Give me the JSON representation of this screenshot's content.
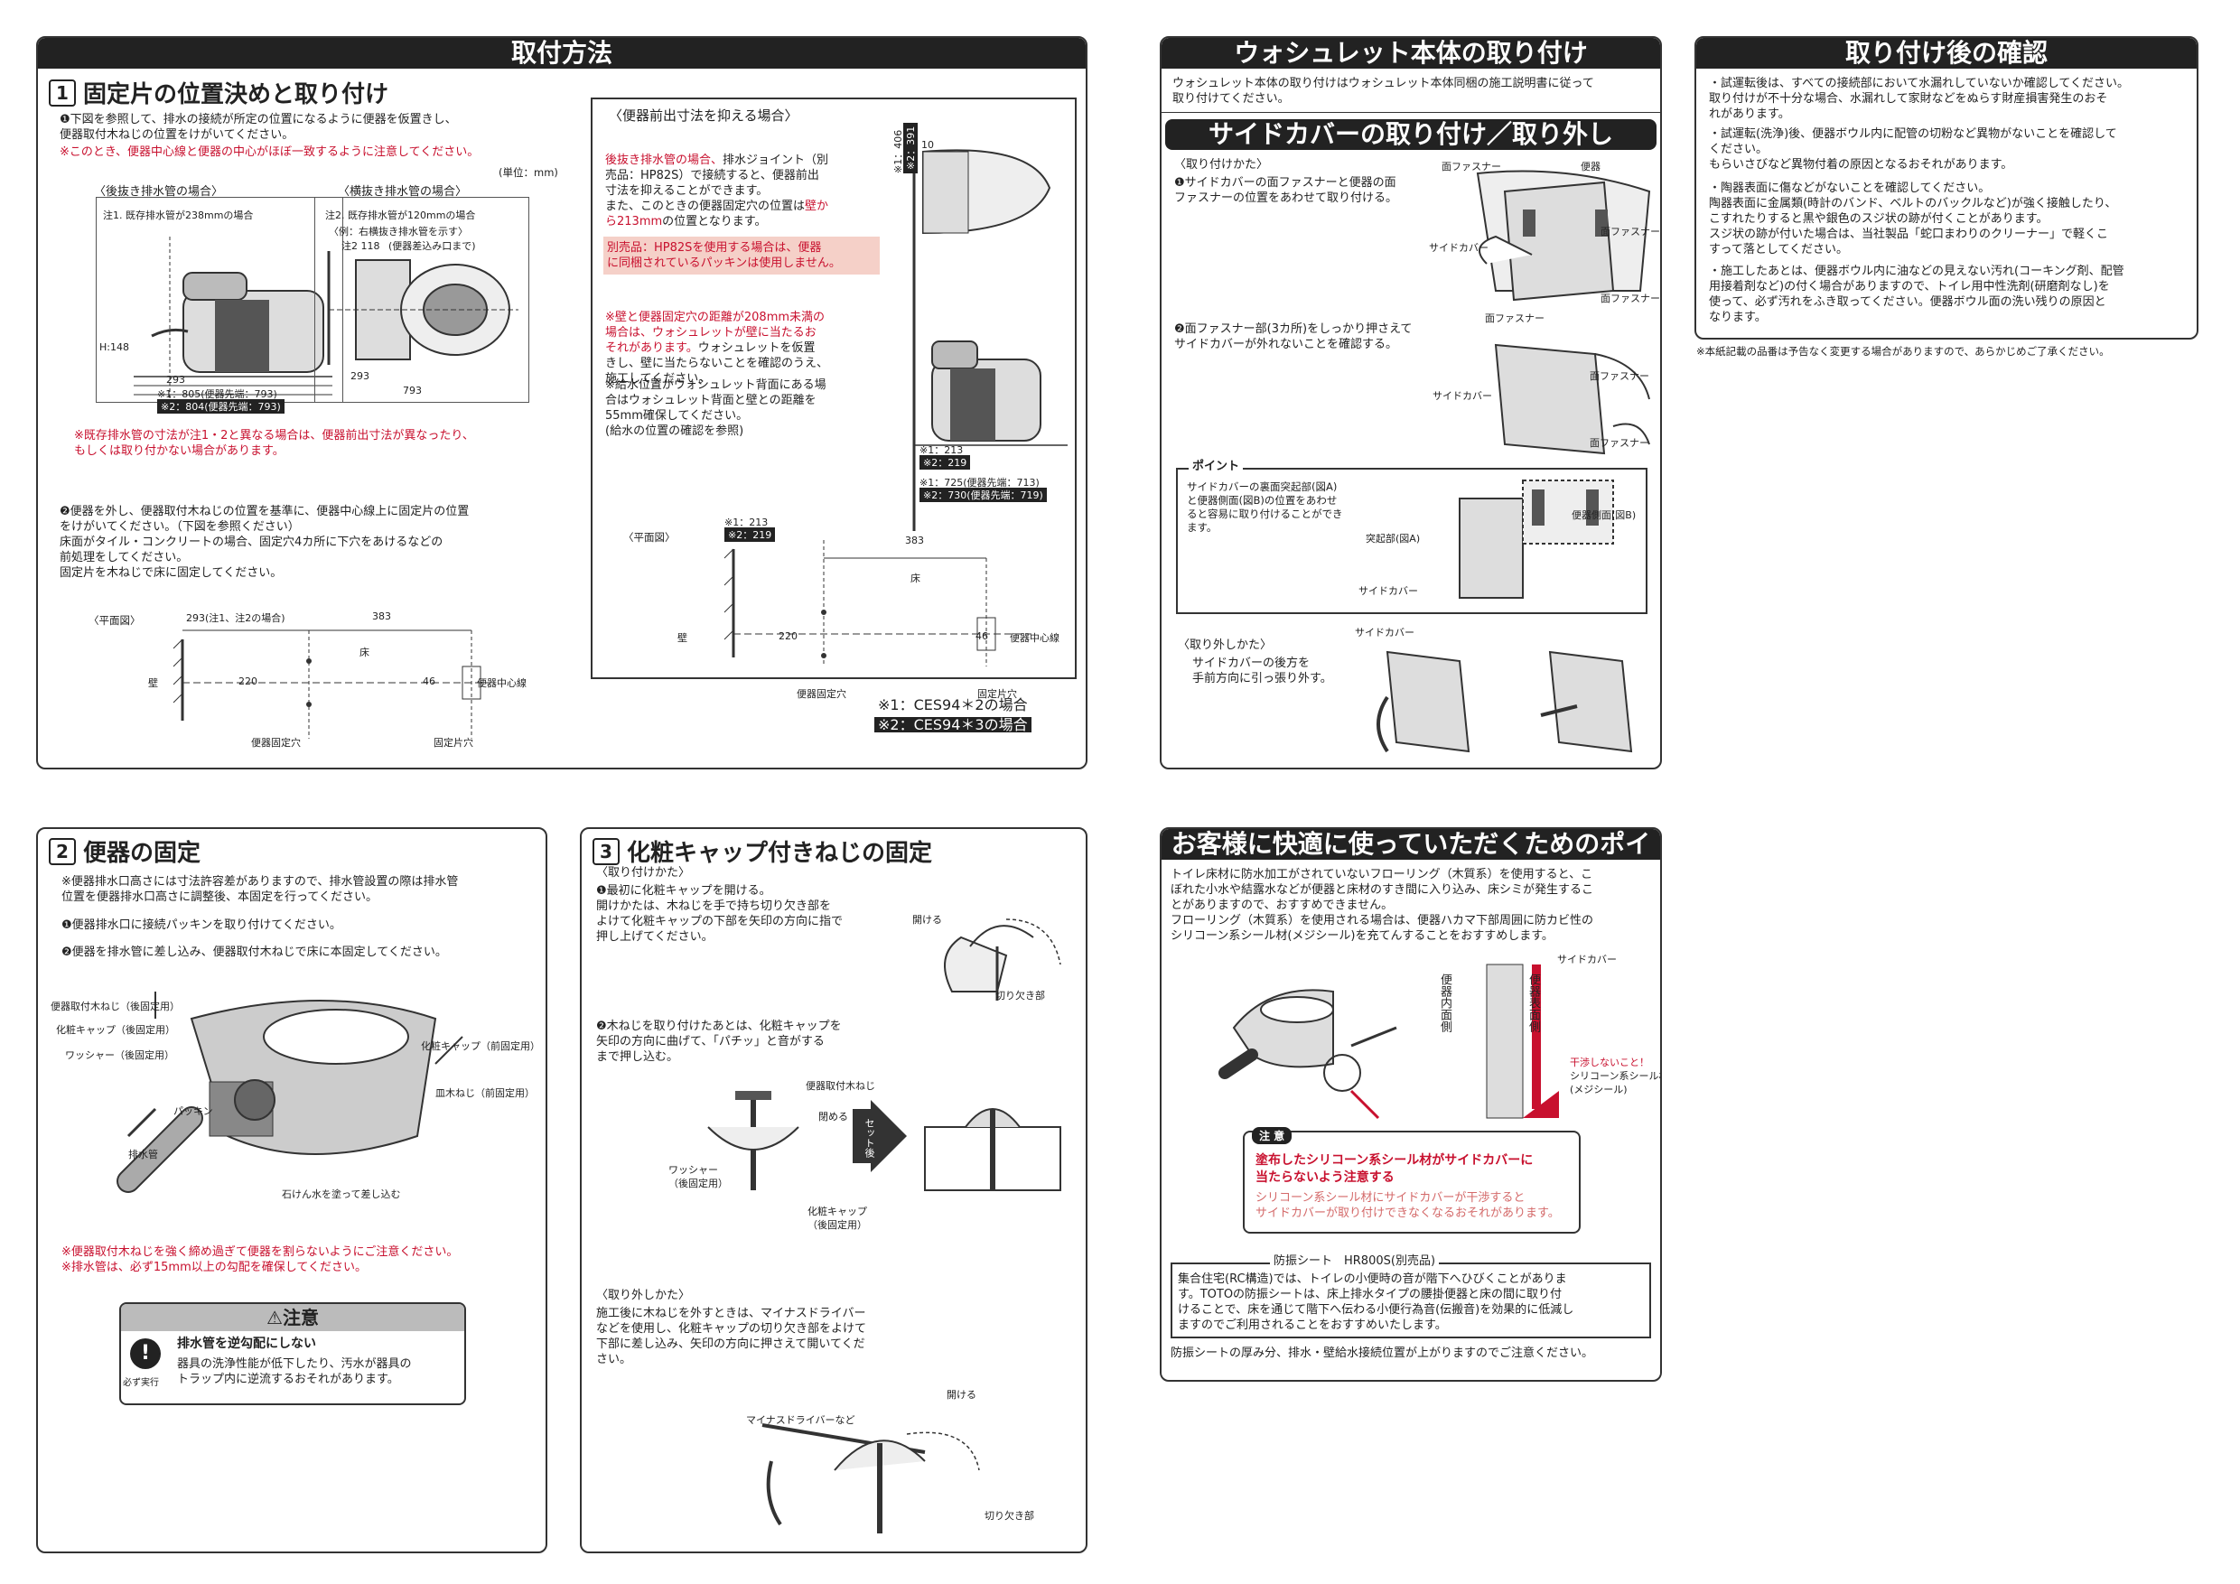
{
  "install": {
    "title": "取付方法",
    "s1_title": "固定片の位置決めと取り付け",
    "s1_num": "1",
    "s1_p1": "❶下図を参照して、排水の接続が所定の位置になるように便器を仮置きし、\n便器取付木ねじの位置をけがいてください。",
    "s1_p1_red": "※このとき、便器中心線と便器の中心がほぼ一致するように注意してください。",
    "unit": "(単位：mm)",
    "case_a": "〈後抜き排水管の場合〉",
    "case_b": "〈横抜き排水管の場合〉",
    "note1": "注1. 既存排水管が238mmの場合",
    "note2": "注2. 既存排水管が120mmの場合",
    "example": "〈例：右横抜き排水管を示す〉",
    "h148": "H:148",
    "d293": "293",
    "d793": "793",
    "note_b1": "注2 118",
    "note_b2": "(便器差込み口まで)",
    "m1": "※1：805(便器先端：793)",
    "m2": "※2：804(便器先端：793)",
    "s1_red_note": "※既存排水管の寸法が注1・2と異なる場合は、便器前出寸法が異なったり、\nもしくは取り付かない場合があります。",
    "s1_p2": "❷便器を外し、便器取付木ねじの位置を基準に、便器中心線上に固定片の位置\nをけがいてください。（下図を参照ください）\n床面がタイル・コンクリートの場合、固定穴4カ所に下穴をあけるなどの\n前処理をしてください。\n固定片を木ねじで床に固定してください。",
    "plan": "〈平面図〉",
    "p_293": "293(注1、注2の場合)",
    "p_383": "383",
    "p_floor": "床",
    "p_wall": "壁",
    "p_220": "220",
    "p_46": "46",
    "p_center": "便器中心線",
    "p_hole": "便器固定穴",
    "p_piece": "固定片穴",
    "front_title": "〈便器前出寸法を抑える場合〉",
    "front_red": "後抜き排水管の場合、",
    "front_p1": "排水ジョイント（別\n売品：HP82S）で接続すると、便器前出\n寸法を抑えることができます。\nまた、このときの便器固定穴の位置は",
    "front_red2": "壁か\nら213mm",
    "front_p1b": "の位置となります。",
    "front_box": "別売品：HP82Sを使用する場合は、便器\nに同梱されているパッキンは使用しません。",
    "front_red3": "※壁と便器固定穴の距離が208mm未満の\n場合は、ウォシュレットが壁に当たるお\nそれがあります。",
    "front_p2": "ウォシュレットを仮置\nきし、壁に当たらないことを確認のうえ、\n施工してください。",
    "front_p3": "※給水位置がウォシュレット背面にある場\n合はウォシュレット背面と壁との距離を\n55mm確保してください。\n(給水の位置の確認を参照)",
    "f_10": "10",
    "f_406": "※1：406",
    "f_391": "※2：391",
    "f_213a": "※1：213",
    "f_219a": "※2：219",
    "f_725": "※1：725(便器先端：713)",
    "f_730": "※2：730(便器先端：719)",
    "f_213b": "※1：213",
    "f_219b": "※2：219",
    "legend1": "※1：CES94＊2の場合",
    "legend2": "※2：CES94＊3の場合"
  },
  "s2": {
    "num": "2",
    "title": "便器の固定",
    "p0": "※便器排水口高さには寸法許容差がありますので、排水管設置の際は排水管\n位置を便器排水口高さに調整後、本固定を行ってください。",
    "p1": "❶便器排水口に接続パッキンを取り付けてください。",
    "p2": "❷便器を排水管に差し込み、便器取付木ねじで床に本固定してください。",
    "l1": "便器取付木ねじ（後固定用）",
    "l2": "化粧キャップ（後固定用）",
    "l3": "ワッシャー（後固定用）",
    "l4": "化粧キャップ（前固定用）",
    "l5": "皿木ねじ（前固定用）",
    "l6": "パッキン",
    "l7": "排水管",
    "l8": "石けん水を塗って差し込む",
    "red": "※便器取付木ねじを強く締め過ぎて便器を割らないようにご注意ください。\n※排水管は、必ず15mm以上の勾配を確保してください。",
    "caution_title": "⚠注意",
    "caution_bold": "排水管を逆勾配にしない",
    "caution_text": "器具の洗浄性能が低下したり、汚水が器具の\nトラップ内に逆流するおそれがあります。",
    "caution_icon": "必ず実行"
  },
  "s3": {
    "num": "3",
    "title": "化粧キャップ付きねじの固定",
    "how": "〈取り付けかた〉",
    "p1": "❶最初に化粧キャップを開ける。\n開けかたは、木ねじを手で持ち切り欠き部を\nよけて化粧キャップの下部を矢印の方向に指で\n押し上げてください。",
    "open": "開ける",
    "notch": "切り欠き部",
    "p2": "❷木ねじを取り付けたあとは、化粧キャップを\n矢印の方向に曲げて、「パチッ」と音がする\nまで押し込む。",
    "screw": "便器取付木ねじ",
    "close": "閉める",
    "washer": "ワッシャー\n（後固定用）",
    "cap": "化粧キャップ\n（後固定用）",
    "set": "セット後",
    "remove": "〈取り外しかた〉",
    "p3": "施工後に木ねじを外すときは、マイナスドライバー\nなどを使用し、化粧キャップの切り欠き部をよけて\n下部に差し込み、矢印の方向に押さえて開いてくだ\nさい。",
    "driver": "マイナスドライバーなど",
    "open2": "開ける",
    "notch2": "切り欠き部"
  },
  "washlet": {
    "title": "ウォシュレット本体の取り付け",
    "p": "ウォシュレット本体の取り付けはウォシュレット本体同梱の施工説明書に従って\n取り付けてください。",
    "side_title": "サイドカバーの取り付け／取り外し",
    "how": "〈取り付けかた〉",
    "p1": "❶サイドカバーの面ファスナーと便器の面\nファスナーの位置をあわせて取り付ける。",
    "p2": "❷面ファスナー部(3カ所)をしっかり押さえて\nサイドカバーが外れないことを確認する。",
    "fastener": "面ファスナー",
    "toilet": "便器",
    "side_cover": "サイドカバー",
    "point": "ポイント",
    "point_text": "サイドカバーの裏面突起部(図A)\nと便器側面(図B)の位置をあわせ\nると容易に取り付けることができ\nます。",
    "side_b": "便器側面(図B)",
    "protrusion": "突起部(図A)",
    "remove": "〈取り外しかた〉",
    "remove_text": "サイドカバーの後方を\n手前方向に引っ張り外す。"
  },
  "after": {
    "title": "取り付け後の確認",
    "items": [
      "・試運転後は、すべての接続部において水漏れしていないか確認してください。\n取り付けが不十分な場合、水漏れして家財などをぬらす財産損害発生のおそ\nれがあります。",
      "・試運転(洗浄)後、便器ボウル内に配管の切粉など異物がないことを確認して\nください。\nもらいさびなど異物付着の原因となるおそれがあります。",
      "・陶器表面に傷などがないことを確認してください。\n陶器表面に金属類(時計のバンド、ベルトのバックルなど)が強く接触したり、\nこすれたりすると黒や銀色のスジ状の跡が付くことがあります。\nスジ状の跡が付いた場合は、当社製品「蛇口まわりのクリーナー」で軽くこ\nすって落としてください。",
      "・施工したあとは、便器ボウル内に油などの見えない汚れ(コーキング剤、配管\n用接着剤など)の付く場合がありますので、トイレ用中性洗剤(研磨剤なし)を\n使って、必ず汚れをふき取ってください。便器ボウル面の洗い残りの原因と\nなります。"
    ],
    "footnote": "※本紙記載の品番は予告なく変更する場合がありますので、あらかじめご了承ください。"
  },
  "comfort": {
    "title": "お客様に快適に使っていただくためのポイント",
    "p": "トイレ床材に防水加工がされていないフローリング（木質系）を使用すると、こ\nぼれた小水や結露水などが便器と床材のすき間に入り込み、床シミが発生するこ\nとがありますので、おすすめできません。\nフローリング（木質系）を使用される場合は、便器ハカマ下部周囲に防カビ性の\nシリコーン系シール材(メジシール)を充てんすることをおすすめします。",
    "side_cover": "サイドカバー",
    "inner": "便器内面側",
    "outer": "便器表面側",
    "no_touch": "干渉しないこと！",
    "sealant": "シリコーン系シール材\n(メジシール)",
    "note_label": "注 意",
    "note_red": "塗布したシリコーン系シール材がサイドカバーに\n当たらないよう注意する",
    "note_pink": "シリコーン系シール材にサイドカバーが干渉すると\nサイドカバーが取り付けできなくなるおそれがあります。",
    "vib_title": "防振シート　HR800S(別売品)",
    "vib_text": "集合住宅(RC構造)では、トイレの小便時の音が階下へひびくことがありま\nす。TOTOの防振シートは、床上排水タイプの腰掛便器と床の間に取り付\nけることで、床を通じて階下へ伝わる小便行為音(伝搬音)を効果的に低減し\nますのでご利用されることをおすすめいたします。",
    "vib_foot": "防振シートの厚み分、排水・壁給水接続位置が上がりますのでご注意ください。"
  }
}
